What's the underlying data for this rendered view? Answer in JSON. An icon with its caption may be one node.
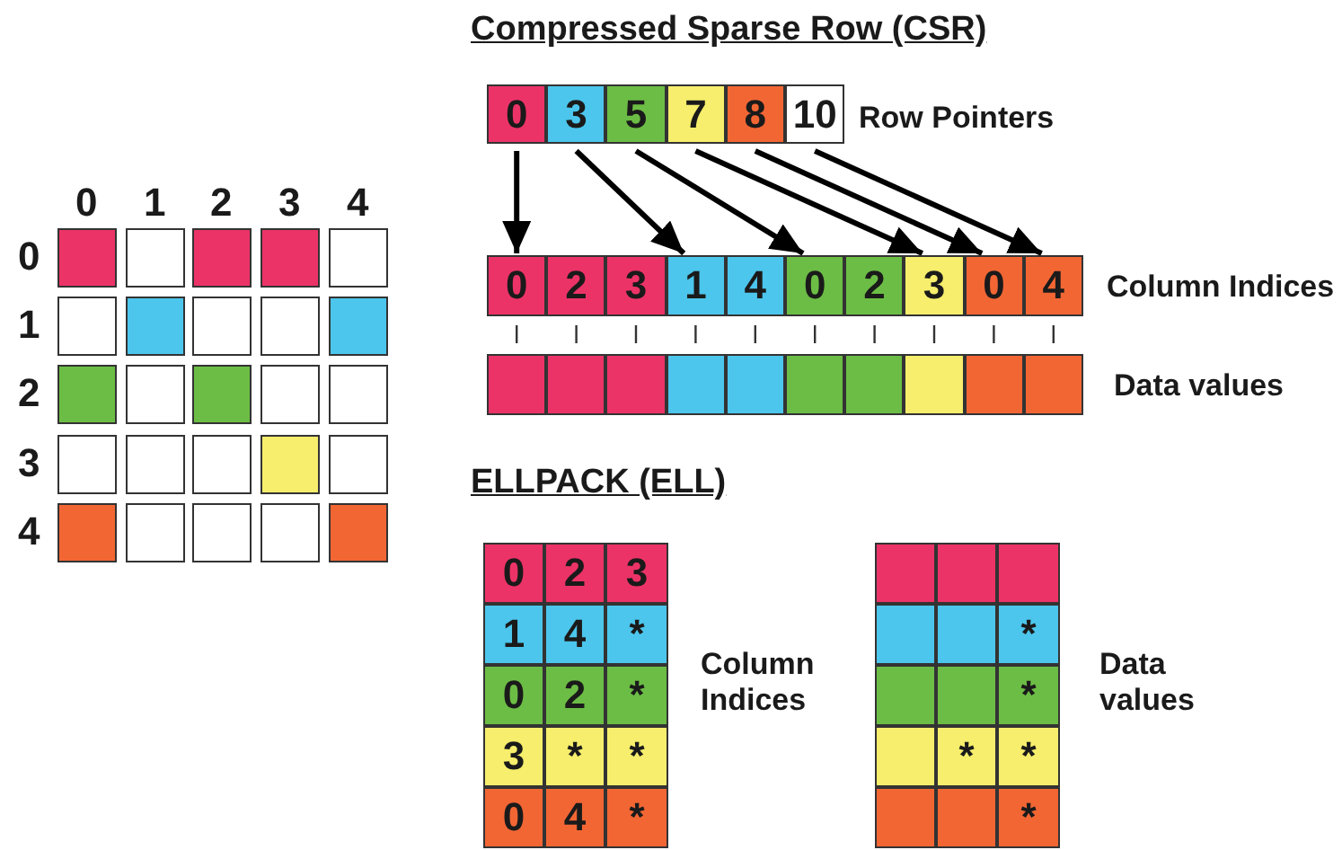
{
  "diagram": {
    "nodes": [
      {
        "text": [],
        "shape": "box"
      },
      {
        "text": [],
        "shape": "box"
      },
      {
        "text": [],
        "shape": "box"
      },
      {
        "text": [],
        "shape": "box"
      },
      {
        "text": [],
        "shape": "box"
      },
      {
        "text": [],
        "shape": "box"
      },
      {
        "text": [],
        "shape": "box"
      },
      {
        "text": [],
        "shape": "box"
      },
      {
        "text": [],
        "shape": "box"
      },
      {
        "text": [],
        "shape": "box"
      },
      {
        "text": [],
        "shape": "box"
      },
      {
        "text": [],
        "shape": "box"
      },
      {
        "text": [],
        "shape": "box"
      },
      {
        "text": [],
        "shape": "box"
      },
      {
        "text": [],
        "shape": "box"
      },
      {
        "text": [],
        "shape": "box"
      },
      {
        "text": [],
        "shape": "box"
      },
      {
        "text": [],
        "shape": "box"
      },
      {
        "text": [],
        "shape": "box"
      },
      {
        "text": [],
        "shape": "box"
      },
      {
        "text": [],
        "shape": "box"
      },
      {
        "text": [],
        "shape": "box"
      },
      {
        "text": [],
        "shape": "box"
      },
      {
        "text": [],
        "shape": "box"
      },
      {
        "text": [],
        "shape": "box"
      },
      {
        "text": [
          "0"
        ]
      },
      {
        "text": [
          "3"
        ]
      },
      {
        "text": [
          "5"
        ]
      },
      {
        "text": [
          "7"
        ]
      },
      {
        "text": [
          "8"
        ]
      },
      {
        "text": [
          "10"
        ]
      },
      {
        "text": [
          "0"
        ]
      },
      {
        "text": [
          "2"
        ]
      },
      {
        "text": [
          "3"
        ]
      },
      {
        "text": [
          "1"
        ]
      },
      {
        "text": [
          "4"
        ]
      },
      {
        "text": [
          "0"
        ]
      },
      {
        "text": [
          "2"
        ]
      },
      {
        "text": [
          "3"
        ]
      },
      {
        "text": [
          "0"
        ]
      },
      {
        "text": [
          "4"
        ]
      },
      {
        "text": [],
        "shape": "box"
      },
      {
        "text": [],
        "shape": "box"
      },
      {
        "text": [],
        "shape": "box"
      },
      {
        "text": [],
        "shape": "box"
      },
      {
        "text": [],
        "shape": "box"
      },
      {
        "text": [],
        "shape": "box"
      },
      {
        "text": [],
        "shape": "box"
      },
      {
        "text": [],
        "shape": "box"
      },
      {
        "text": [],
        "shape": "box"
      },
      {
        "text": [],
        "shape": "box"
      },
      {
        "text": [
          "0"
        ]
      },
      {
        "text": [
          "2"
        ]
      },
      {
        "text": [
          "3"
        ]
      },
      {
        "text": [
          "1"
        ]
      },
      {
        "text": [
          "4"
        ]
      },
      {
        "text": [
          "*"
        ]
      },
      {
        "text": [
          "0"
        ]
      },
      {
        "text": [
          "2"
        ]
      },
      {
        "text": [
          "*"
        ]
      },
      {
        "text": [
          "3"
        ]
      },
      {
        "text": [
          "*"
        ]
      },
      {
        "text": [
          "*"
        ]
      },
      {
        "text": [
          "0"
        ]
      },
      {
        "text": [
          "4"
        ]
      },
      {
        "text": [
          "*"
        ]
      },
      {
        "text": [],
        "shape": "box"
      },
      {
        "text": [],
        "shape": "box"
      },
      {
        "text": [],
        "shape": "box"
      },
      {
        "text": [],
        "shape": "box"
      },
      {
        "text": [],
        "shape": "box"
      },
      {
        "text": [
          "*"
        ]
      },
      {
        "text": [],
        "shape": "box"
      },
      {
        "text": [],
        "shape": "box"
      },
      {
        "text": [
          "*"
        ]
      },
      {
        "text": [],
        "shape": "box"
      },
      {
        "text": [
          "*"
        ]
      },
      {
        "text": [
          "*"
        ]
      },
      {
        "text": [],
        "shape": "box"
      },
      {
        "text": [],
        "shape": "box"
      },
      {
        "text": [
          "*"
        ]
      }
    ],
    "edges": [
      {
        "from": 25,
        "to": 31,
        "arrow": "to",
        "style": "thick"
      },
      {
        "from": 26,
        "to": 34,
        "arrow": "to",
        "style": "thick"
      },
      {
        "from": 27,
        "to": 36,
        "arrow": "to",
        "style": "thick"
      },
      {
        "from": 28,
        "to": 38,
        "arrow": "to",
        "style": "thick"
      },
      {
        "from": 29,
        "to": 39,
        "arrow": "to",
        "style": "thick"
      },
      {
        "from": 30,
        "to": 40,
        "arrow": "to",
        "style": "thick"
      },
      {
        "from": 31,
        "to": 41,
        "arrow": "none"
      },
      {
        "from": 32,
        "to": 42,
        "arrow": "none"
      },
      {
        "from": 33,
        "to": 43,
        "arrow": "none"
      },
      {
        "from": 34,
        "to": 44,
        "arrow": "none"
      },
      {
        "from": 35,
        "to": 45,
        "arrow": "none"
      },
      {
        "from": 36,
        "to": 46,
        "arrow": "none"
      },
      {
        "from": 37,
        "to": 47,
        "arrow": "none"
      },
      {
        "from": 38,
        "to": 48,
        "arrow": "none"
      },
      {
        "from": 39,
        "to": 49,
        "arrow": "none"
      },
      {
        "from": 40,
        "to": 50,
        "arrow": "none"
      }
    ],
    "labels": [
      "Compressed Sparse Row (CSR)",
      "Row Pointers",
      "0",
      "1",
      "2",
      "3",
      "4",
      "0",
      "1",
      "2",
      "3",
      "4",
      "Column Indices",
      "Data values",
      "ELLPACK (ELL)",
      "Column Indices",
      "Data values"
    ]
  }
}
